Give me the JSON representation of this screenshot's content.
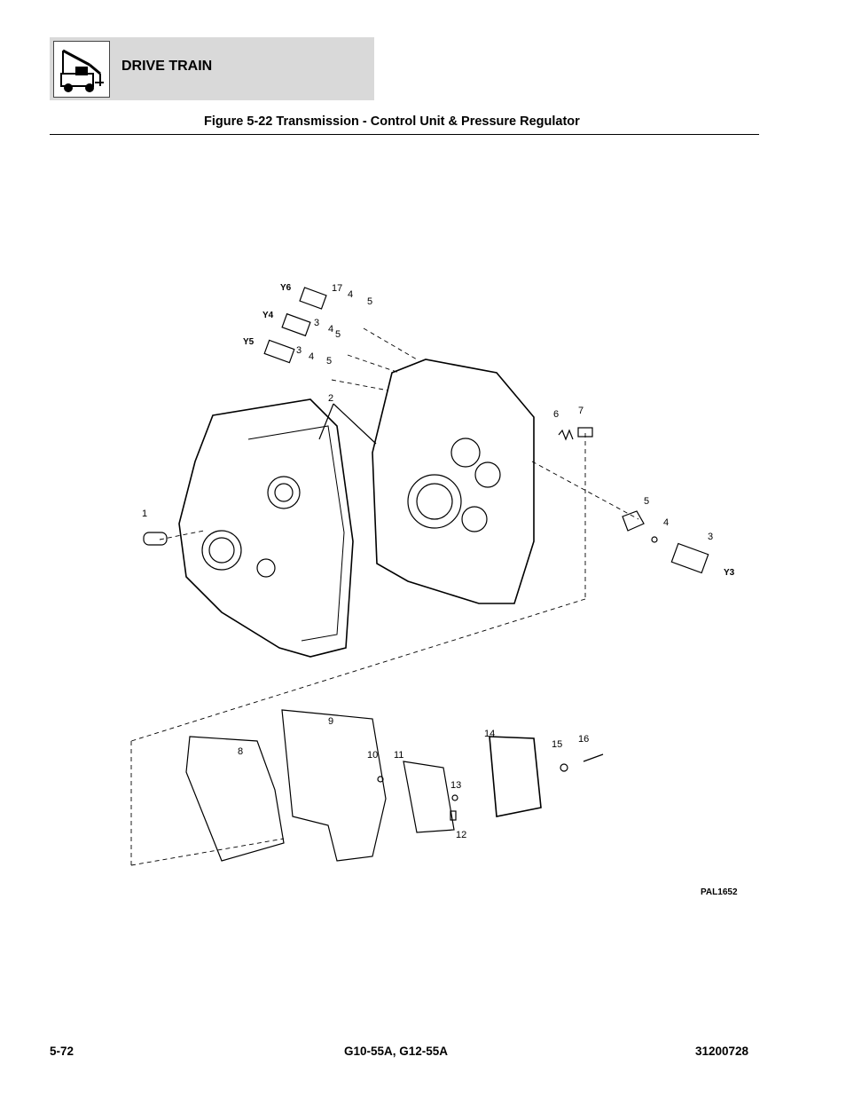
{
  "header": {
    "section_title": "DRIVE TRAIN",
    "logo_icon": "forklift-icon"
  },
  "figure": {
    "title": "Figure 5-22 Transmission - Control Unit & Pressure Regulator",
    "drawing_id": "PAL1652",
    "callouts": {
      "c1": "1",
      "c2": "2",
      "c3a": "3",
      "c3b": "3",
      "c3c": "3",
      "c4a": "4",
      "c4b": "4",
      "c4c": "4",
      "c4d": "4",
      "c5a": "5",
      "c5b": "5",
      "c5c": "5",
      "c5d": "5",
      "c6": "6",
      "c7": "7",
      "c8": "8",
      "c9": "9",
      "c10": "10",
      "c11": "11",
      "c12": "12",
      "c13": "13",
      "c14": "14",
      "c15": "15",
      "c16": "16",
      "c17": "17",
      "y6": "Y6",
      "y4": "Y4",
      "y5": "Y5",
      "y3": "Y3"
    }
  },
  "footer": {
    "page_number": "5-72",
    "models": "G10-55A, G12-55A",
    "manual_number": "31200728"
  }
}
